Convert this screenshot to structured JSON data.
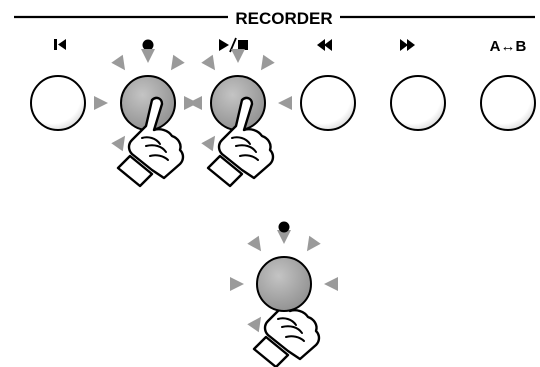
{
  "recorder": {
    "title": "RECORDER",
    "buttons": [
      {
        "key": "start",
        "icon": "skip-to-start-icon",
        "label": "",
        "pressed": false
      },
      {
        "key": "record",
        "icon": "record-dot-icon",
        "label": "",
        "pressed": true
      },
      {
        "key": "play-stop",
        "icon": "play-stop-icon",
        "label": "",
        "pressed": true
      },
      {
        "key": "rewind",
        "icon": "rewind-icon",
        "label": "",
        "pressed": false
      },
      {
        "key": "fast-forward",
        "icon": "fast-forward-icon",
        "label": "",
        "pressed": false
      },
      {
        "key": "a-b-repeat",
        "icon": "a-b-arrow-icon",
        "label": "A↔B",
        "pressed": false
      }
    ]
  },
  "detail": {
    "button": {
      "key": "record",
      "icon": "record-dot-icon",
      "pressed": true
    }
  },
  "colors": {
    "line": "#000000",
    "button_idle": "#ffffff",
    "button_pressed": "#a6a6a6",
    "press_rays": "#9a9a9a",
    "hand": "#ffffff"
  }
}
